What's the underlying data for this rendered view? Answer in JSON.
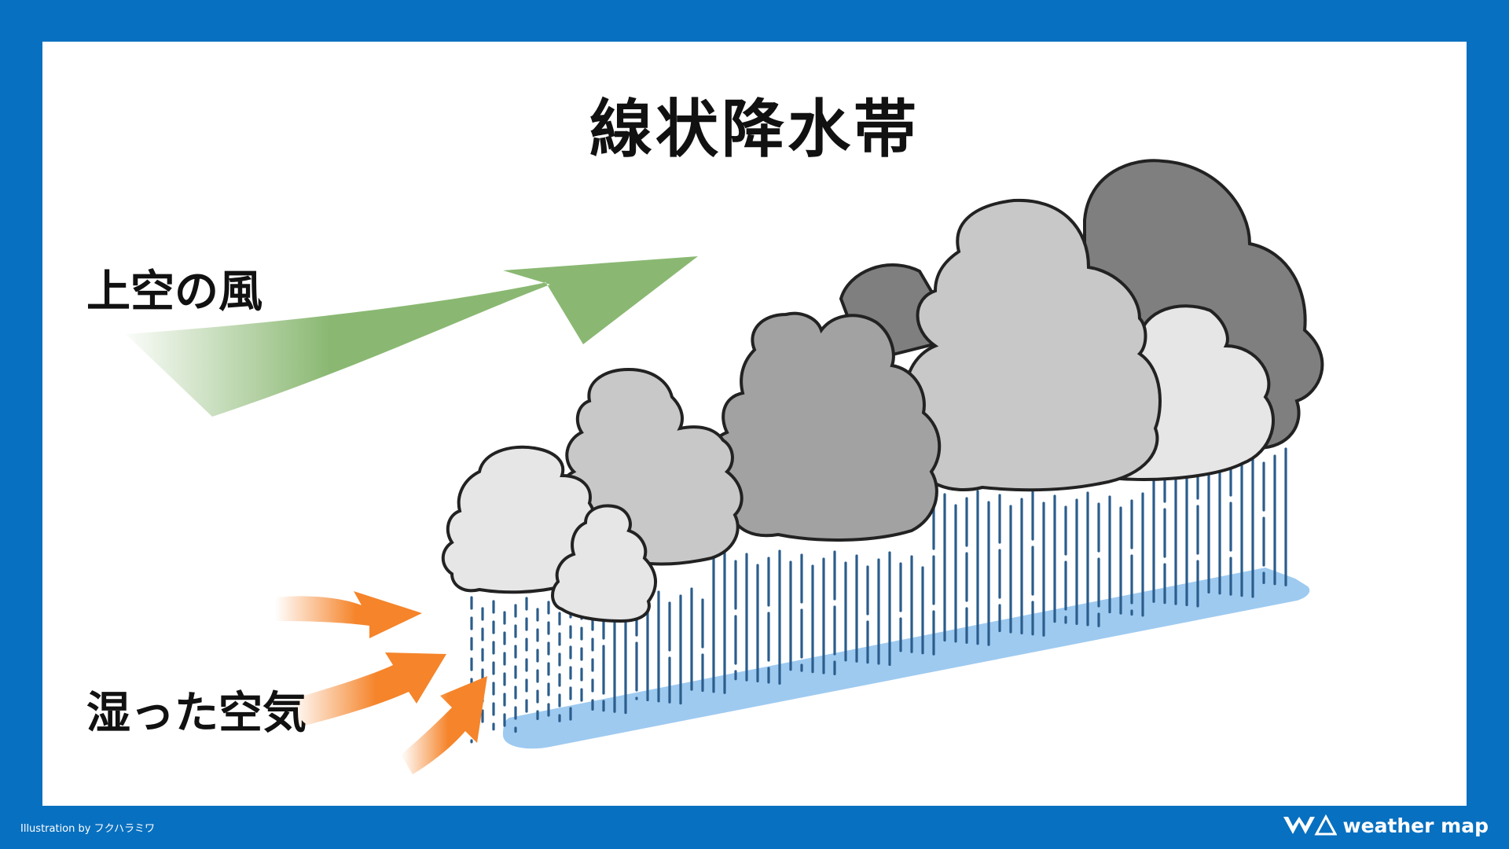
{
  "title": "線状降水帯",
  "labels": {
    "upper_wind": "上空の風",
    "moist_air": "湿った空気"
  },
  "footer": {
    "credit": "Illustration by フクハラミワ",
    "brand": "weather map"
  },
  "colors": {
    "frame": "#0870c0",
    "wind_arrow": "#8ab872",
    "moist_arrow": "#f5842a",
    "rain": "#2b5d8c",
    "rain_band": "#9ecaf0",
    "cloud_light": "#e6e6e6",
    "cloud_mid": "#c8c8c8",
    "cloud_dark": "#a2a2a2",
    "cloud_darkest": "#7f7f7f"
  }
}
